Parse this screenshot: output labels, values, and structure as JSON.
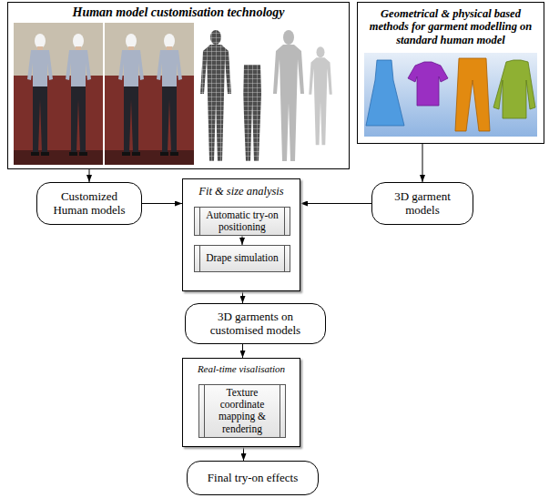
{
  "diagram": {
    "nodes": [
      {
        "text": [
          "Human model customisation technology"
        ]
      },
      {
        "text": [
          "Geometrical & physical based methods for garment modelling on standard human model"
        ]
      },
      {
        "text": [
          "Customized Human models"
        ]
      },
      {
        "text": [
          "Fit & size analysis"
        ]
      },
      {
        "text": [
          "Automatic try-on positioning"
        ],
        "in": 3
      },
      {
        "text": [
          "Drape simulation"
        ],
        "in": 3
      },
      {
        "text": [
          "3D garment models"
        ]
      },
      {
        "text": [
          "3D garments on customised models"
        ]
      },
      {
        "text": [
          "Real-time visalisation"
        ]
      },
      {
        "text": [
          "Texture coordinate mapping & rendering"
        ],
        "in": 8
      },
      {
        "text": [
          "Final try-on effects"
        ]
      }
    ],
    "edges": [
      {
        "from": 0,
        "to": 2,
        "arrow": "to"
      },
      {
        "from": 1,
        "to": 6,
        "arrow": "to"
      },
      {
        "from": 2,
        "to": 3,
        "arrow": "to"
      },
      {
        "from": 6,
        "to": 3,
        "arrow": "to"
      },
      {
        "from": 4,
        "to": 5,
        "arrow": "to"
      },
      {
        "from": 3,
        "to": 7,
        "arrow": "to"
      },
      {
        "from": 7,
        "to": 8,
        "arrow": "to"
      },
      {
        "from": 8,
        "to": 10,
        "arrow": "to"
      }
    ]
  }
}
